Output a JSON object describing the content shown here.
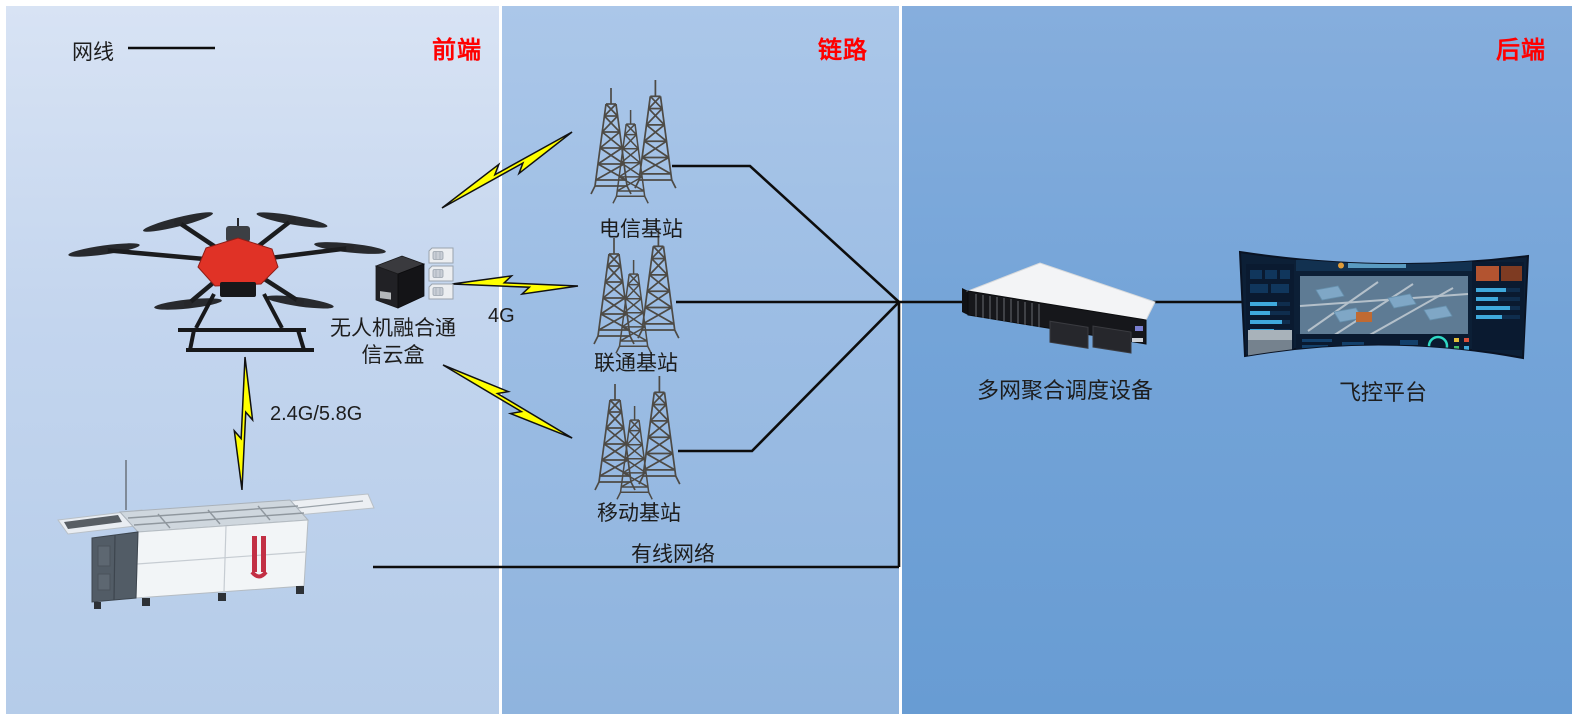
{
  "legend": {
    "label": "网线"
  },
  "sections": {
    "frontend": {
      "title": "前端"
    },
    "link": {
      "title": "链路"
    },
    "backend": {
      "title": "后端"
    }
  },
  "nodes": {
    "cloud_box": {
      "label": "无人机融合通信云盒",
      "line1": "无人机融合通",
      "line2": "信云盒"
    },
    "telecom_bts": {
      "label": "电信基站"
    },
    "unicom_bts": {
      "label": "联通基站"
    },
    "mobile_bts": {
      "label": "移动基站"
    },
    "aggregator": {
      "label": "多网聚合调度设备"
    },
    "flight_platform": {
      "label": "飞控平台"
    }
  },
  "links": {
    "uav_4g": {
      "label": "4G"
    },
    "uav_station": {
      "label": "2.4G/5.8G"
    },
    "wired": {
      "label": "有线网络"
    }
  },
  "colors": {
    "band_frontend": "#c3d5ee",
    "band_link": "#9cbde4",
    "band_backend": "#74a4d8",
    "header_red": "#ff0000",
    "line_black": "#0d0d0d",
    "bolt_yellow": "#ffff00",
    "drone_body_red": "#e03226",
    "station_decal_red": "#c22f44"
  }
}
